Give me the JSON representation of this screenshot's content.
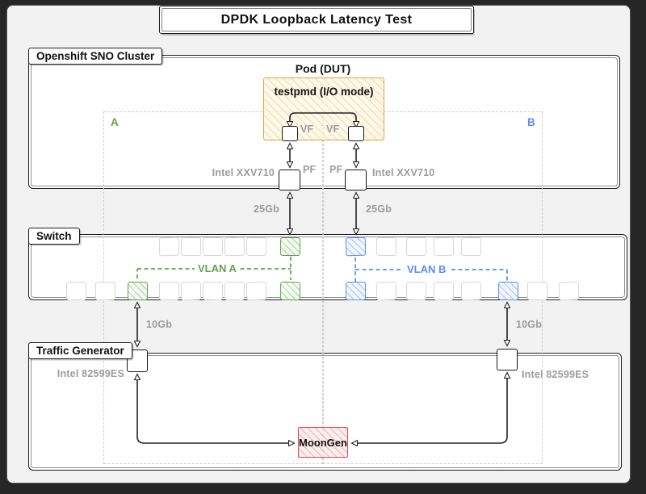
{
  "title": "DPDK Loopback Latency Test",
  "cluster": {
    "label": "Openshift SNO Cluster",
    "pod": "Pod (DUT)",
    "testpmd": "testpmd (I/O mode)",
    "vf_left": "VF",
    "vf_right": "VF",
    "pf_left": "PF",
    "pf_right": "PF",
    "nic_left": "Intel XXV710",
    "nic_right": "Intel XXV710"
  },
  "regions": {
    "a": "A",
    "b": "B"
  },
  "links": {
    "left_25g": "25Gb",
    "right_25g": "25Gb",
    "left_10g": "10Gb",
    "right_10g": "10Gb"
  },
  "switch": {
    "label": "Switch",
    "vlan_a": "VLAN A",
    "vlan_b": "VLAN B"
  },
  "generator": {
    "label": "Traffic Generator",
    "nic_left": "Intel 82599ES",
    "nic_right": "Intel 82599ES",
    "moongen": "MoonGen"
  },
  "colors": {
    "green": "#5fa24e",
    "blue": "#5b8ee6",
    "orange": "#e2a33b",
    "red": "#d94f4f",
    "gray_label": "#9c9c9c"
  }
}
